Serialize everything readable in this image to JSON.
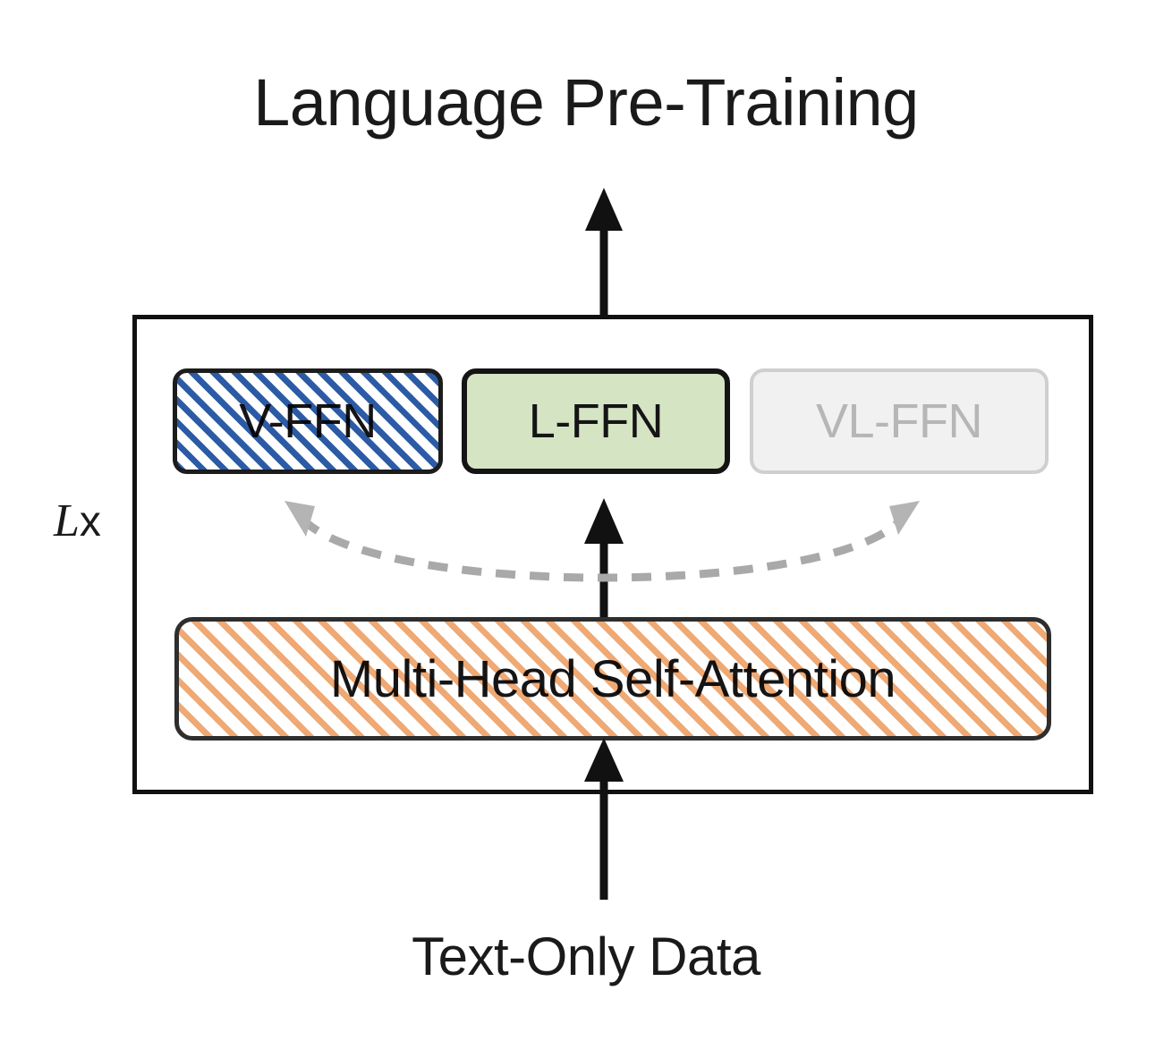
{
  "diagram": {
    "title": "Language Pre-Training",
    "input_label": "Text-Only Data",
    "loop_label_italic": "L",
    "loop_label_roman": "x",
    "modules": {
      "vision_ffn": "V-FFN",
      "language_ffn": "L-FFN",
      "vision_language_ffn": "VL-FFN",
      "attention": "Multi-Head Self-Attention"
    }
  },
  "colors": {
    "vision_hatch": "#2c5ba6",
    "language_fill": "#d5e4c3",
    "disabled_fill": "#f1f1f1",
    "disabled_border": "#cfcfcf",
    "disabled_text": "#b6b6b6",
    "attention_hatch": "#efa974",
    "outline": "#111111",
    "dashed_arrow": "#a9a9a9",
    "text": "#1a1a1a"
  }
}
